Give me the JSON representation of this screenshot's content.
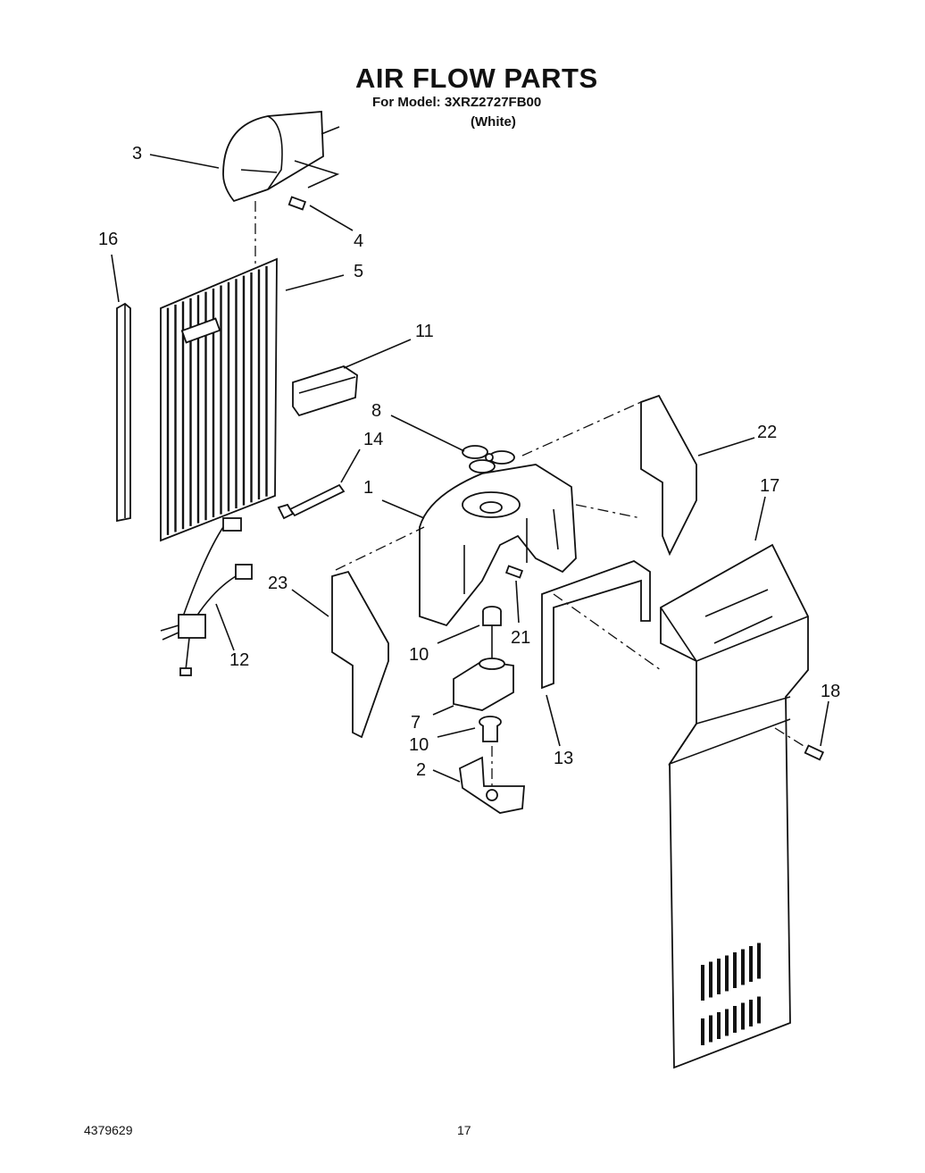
{
  "header": {
    "title": "AIR FLOW PARTS",
    "model_line": "For Model: 3XRZ2727FB00",
    "color_line": "(White)"
  },
  "footer": {
    "doc_number": "4379629",
    "page_number": "17"
  },
  "callouts": {
    "c1": "1",
    "c2": "2",
    "c3": "3",
    "c4": "4",
    "c5": "5",
    "c7": "7",
    "c8": "8",
    "c10a": "10",
    "c10b": "10",
    "c11": "11",
    "c12": "12",
    "c13": "13",
    "c14": "14",
    "c16": "16",
    "c17": "17",
    "c18": "18",
    "c21": "21",
    "c22": "22",
    "c23": "23"
  }
}
